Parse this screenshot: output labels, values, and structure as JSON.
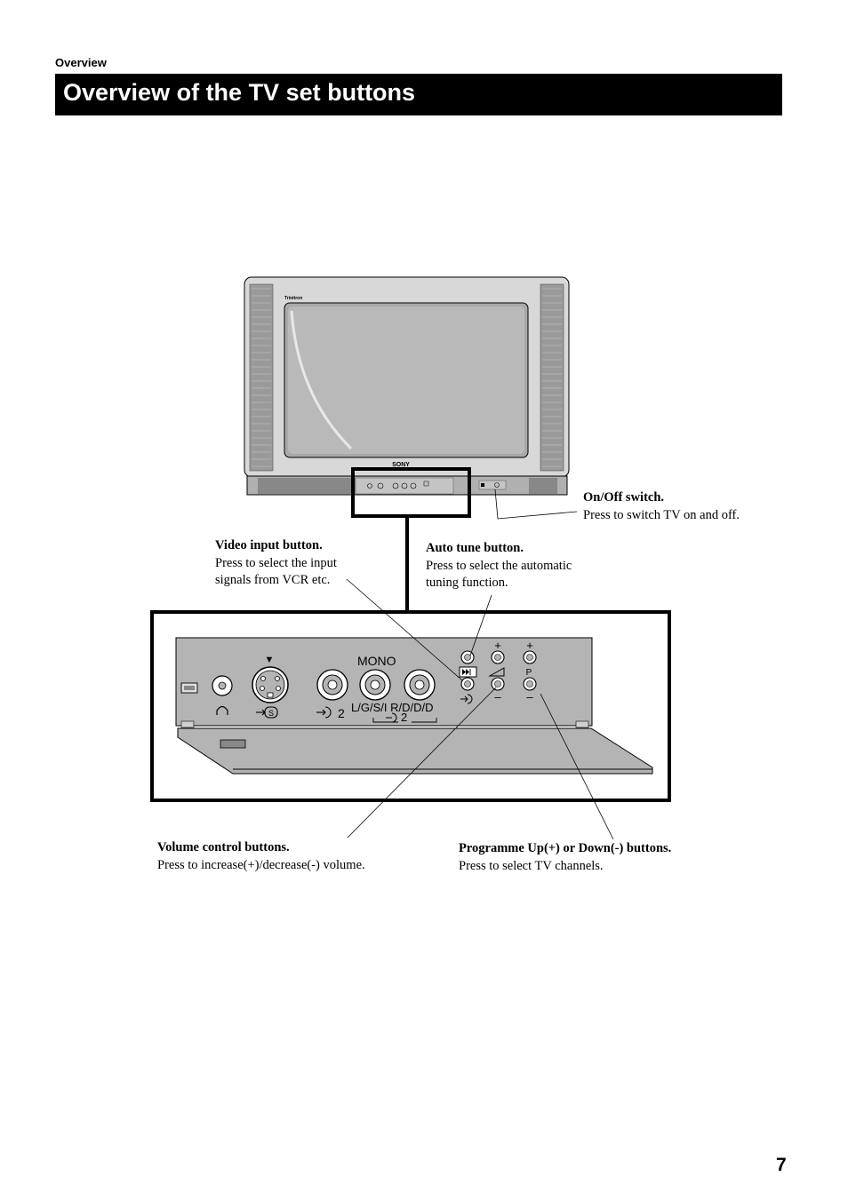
{
  "header": {
    "section": "Overview",
    "title": "Overview of the TV set buttons"
  },
  "tv": {
    "brand_small": "Trinitron",
    "brand_logo": "SONY"
  },
  "panel": {
    "mono_label": "MONO",
    "input2_label": "2",
    "audio_label": "L/G/S/I R/D/D/D",
    "input2_bottom_label": "2",
    "plus": "+",
    "minus": "–",
    "programme_letter": "P",
    "svideo_letter": "S"
  },
  "callouts": {
    "onoff": {
      "title": "On/Off switch.",
      "desc": "Press to switch TV on and off."
    },
    "video": {
      "title": "Video input button.",
      "desc1": "Press to select the input",
      "desc2": "signals from VCR etc."
    },
    "autotune": {
      "title": "Auto tune button.",
      "desc1": "Press to select the automatic",
      "desc2": "tuning function."
    },
    "volume": {
      "title": "Volume control buttons.",
      "desc": "Press to increase(+)/decrease(-) volume."
    },
    "programme": {
      "title": "Programme Up(+) or Down(-) buttons.",
      "desc": "Press to select TV channels."
    }
  },
  "page_number": "7"
}
